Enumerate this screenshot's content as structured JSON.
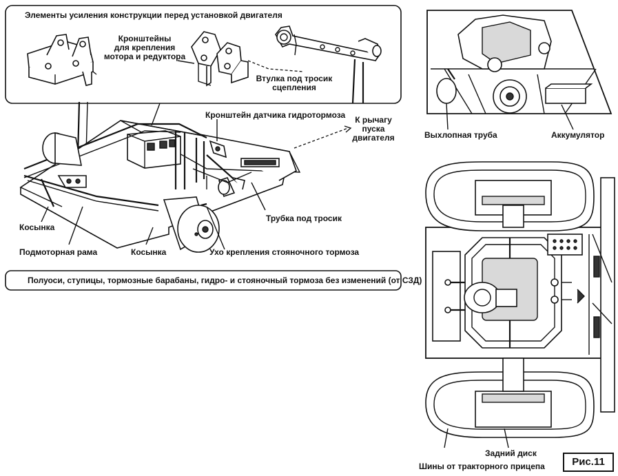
{
  "inset": {
    "title": "Элементы усиления конструкции перед установкой двигателя",
    "brackets_label": "Кронштейны\nдля крепления\nмотора и редуктора",
    "bushing_label": "Втулка под тросик\nсцепления"
  },
  "frame_labels": {
    "sensor_bracket": "Кронштейн датчика гидротормоза",
    "start_lever": "К рычагу\nпуска\nдвигателя",
    "cable_tube": "Трубка под тросик",
    "gusset_left": "Косынка",
    "engine_frame": "Подмоторная рама",
    "gusset_right": "Косынка",
    "parking_brake_ear": "Ухо крепления стояночного тормоза"
  },
  "note": "Полуоси, ступицы, тормозные барабаны, гидро- и стояночный тормоза без изменений (от СЗД)",
  "rear_view": {
    "exhaust": "Выхлопная труба",
    "battery": "Аккумулятор"
  },
  "top_view": {
    "rear_disk": "Задний диск",
    "tires": "Шины от тракторного прицепа"
  },
  "figure_label": "Рис.11",
  "colors": {
    "ink": "#111111",
    "paper": "#ffffff",
    "shade": "#d9d9d9"
  }
}
